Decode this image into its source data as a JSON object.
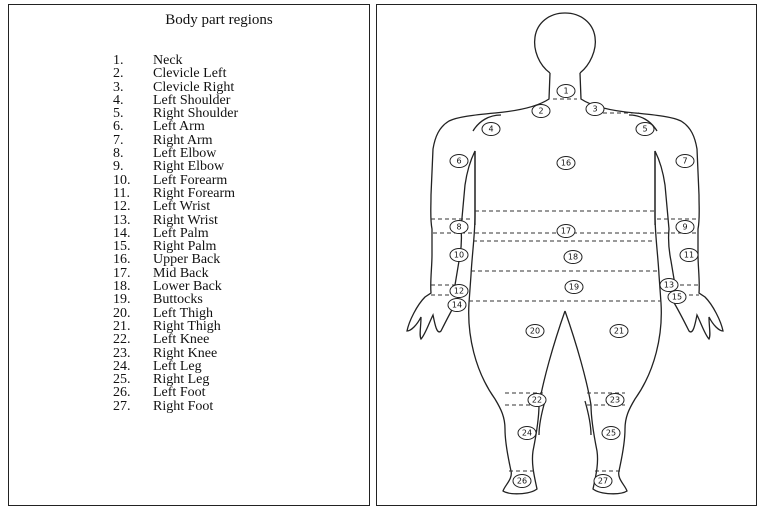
{
  "list": {
    "title": "Body part regions",
    "items": [
      {
        "num": "1.",
        "label": "Neck"
      },
      {
        "num": "2.",
        "label": "Clevicle Left"
      },
      {
        "num": "3.",
        "label": "Clevicle Right"
      },
      {
        "num": "4.",
        "label": "Left Shoulder"
      },
      {
        "num": "5.",
        "label": "Right Shoulder"
      },
      {
        "num": "6.",
        "label": "Left Arm"
      },
      {
        "num": "7.",
        "label": "Right Arm"
      },
      {
        "num": "8.",
        "label": "Left Elbow"
      },
      {
        "num": "9.",
        "label": "Right Elbow"
      },
      {
        "num": "10.",
        "label": "Left Forearm"
      },
      {
        "num": "11.",
        "label": "Right Forearm"
      },
      {
        "num": "12.",
        "label": "Left Wrist"
      },
      {
        "num": "13.",
        "label": "Right Wrist"
      },
      {
        "num": "14.",
        "label": "Left Palm"
      },
      {
        "num": "15.",
        "label": "Right Palm"
      },
      {
        "num": "16.",
        "label": "Upper Back"
      },
      {
        "num": "17.",
        "label": "Mid Back"
      },
      {
        "num": "18.",
        "label": "Lower Back"
      },
      {
        "num": "19.",
        "label": "Buttocks"
      },
      {
        "num": "20.",
        "label": "Left Thigh"
      },
      {
        "num": "21.",
        "label": "Right Thigh"
      },
      {
        "num": "22.",
        "label": "Left Knee"
      },
      {
        "num": "23.",
        "label": "Right Knee"
      },
      {
        "num": "24.",
        "label": "Left Leg"
      },
      {
        "num": "25.",
        "label": "Right Leg"
      },
      {
        "num": "26.",
        "label": "Left Foot"
      },
      {
        "num": "27.",
        "label": "Right Foot"
      }
    ]
  },
  "diagram": {
    "markers": [
      "1",
      "2",
      "3",
      "4",
      "5",
      "6",
      "7",
      "8",
      "9",
      "10",
      "11",
      "12",
      "13",
      "14",
      "15",
      "16",
      "17",
      "18",
      "19",
      "20",
      "21",
      "22",
      "23",
      "24",
      "25",
      "26",
      "27"
    ]
  }
}
